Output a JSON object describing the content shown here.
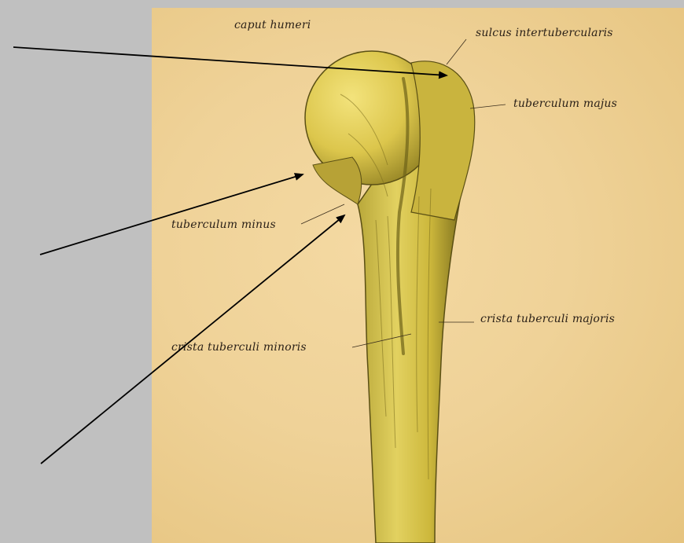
{
  "labels": {
    "caput_humeri": "caput humeri",
    "sulcus_intertubercularis": "sulcus intertubercularis",
    "tuberculum_majus": "tuberculum majus",
    "tuberculum_minus": "tuberculum minus",
    "crista_tuberculi_majoris": "crista tuberculi majoris",
    "crista_tuberculi_minoris": "crista tuberculi minoris"
  },
  "colors": {
    "background": "#c0c0c0",
    "plate": "#efd298",
    "bone": "#d8c24a",
    "bone_shadow": "#8a7a22",
    "arrow": "#000000",
    "label_text": "#2b2118"
  }
}
